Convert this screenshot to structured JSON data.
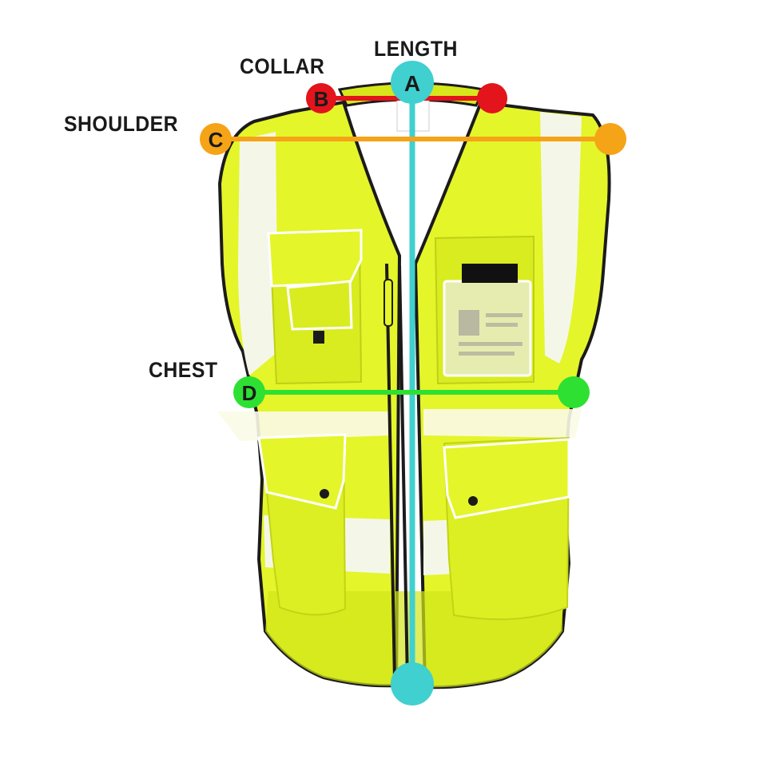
{
  "labels": {
    "length": "LENGTH",
    "collar": "COLLAR",
    "shoulder": "SHOULDER",
    "chest": "CHEST"
  },
  "markers": {
    "a": "A",
    "b": "B",
    "c": "C",
    "d": "D"
  },
  "colors": {
    "vest": "#e4f52a",
    "vest_shade": "#c9dc10",
    "reflective": "#f4f7e8",
    "trim": "#1b1b1b",
    "length": "#3fd0cf",
    "collar": "#e3141b",
    "shoulder": "#f5a417",
    "chest": "#2ee032"
  }
}
